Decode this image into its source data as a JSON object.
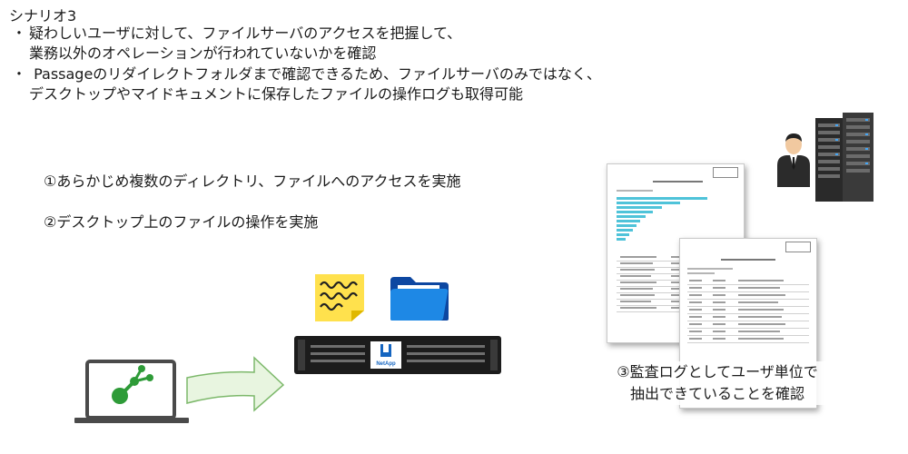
{
  "title": "シナリオ3",
  "bullets": [
    {
      "marker": "・",
      "lines": [
        "疑わしいユーザに対して、ファイルサーバのアクセスを把握して、",
        "業務以外のオペレーションが行われていないかを確認"
      ]
    },
    {
      "marker": "・",
      "lines": [
        " Passageのリダイレクトフォルダまで確認できるため、ファイルサーバのみではなく、",
        "デスクトップやマイドキュメントに保存したファイルの操作ログも取得可能"
      ]
    }
  ],
  "steps": {
    "step1": "①あらかじめ複数のディレクトリ、ファイルへのアクセスを実施",
    "step2": "②デスクトップ上のファイルの操作を実施"
  },
  "caption": {
    "line1": "③監査ログとしてユーザ単位で",
    "line2": "抽出できていることを確認"
  },
  "storage_logo": "NetApp",
  "colors": {
    "arrow_fill": "#e8f5e0",
    "arrow_stroke": "#7cb86a",
    "laptop_logo": "#2e9b38",
    "folder": "#1976d2",
    "note": "#ffe14d",
    "storage": "#1c1c1c"
  },
  "icons": [
    "laptop-icon",
    "right-arrow-icon",
    "sticky-note-icon",
    "folder-icon",
    "storage-array-icon",
    "admin-person-icon",
    "server-rack-icon",
    "audit-report-icon"
  ]
}
